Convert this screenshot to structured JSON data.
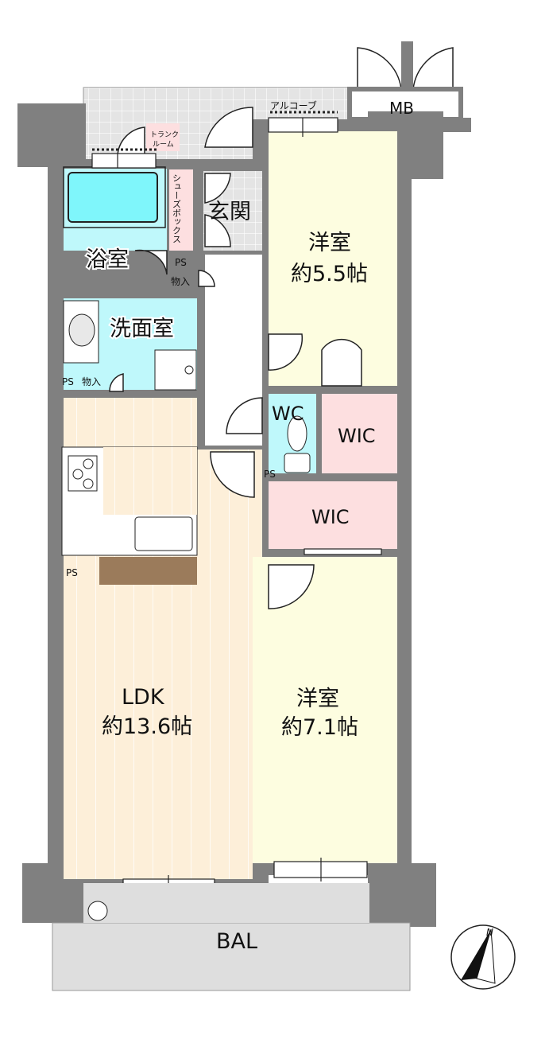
{
  "rooms": {
    "western_1": {
      "name": "洋室",
      "size": "約5.5帖"
    },
    "western_2": {
      "name": "洋室",
      "size": "約7.1帖"
    },
    "ldk": {
      "name": "LDK",
      "size": "約13.6帖"
    },
    "bath": "浴室",
    "washroom": "洗面室",
    "entrance": "玄関",
    "wc": "WC",
    "wic_1": "WIC",
    "wic_2": "WIC",
    "balcony": "BAL",
    "mb": "MB",
    "alcove": "アルコーブ",
    "trunk_room_1": "トランク",
    "trunk_room_2": "ルーム",
    "shoe_box": "シューズボックス",
    "ps_1": "PS",
    "ps_2": "PS",
    "ps_3": "PS",
    "ps_4": "PS",
    "storage_1": "物入",
    "storage_2": "物入"
  },
  "compass": {
    "label": "N"
  },
  "colors": {
    "wall": "#808080",
    "western": "#fdfde0",
    "wet": "#bff8fb",
    "wic": "#fddfe0",
    "ldk": "#fdefd9",
    "counter": "#9b7b5b",
    "tile": "#e4e4e4",
    "balcony": "#dedede"
  }
}
